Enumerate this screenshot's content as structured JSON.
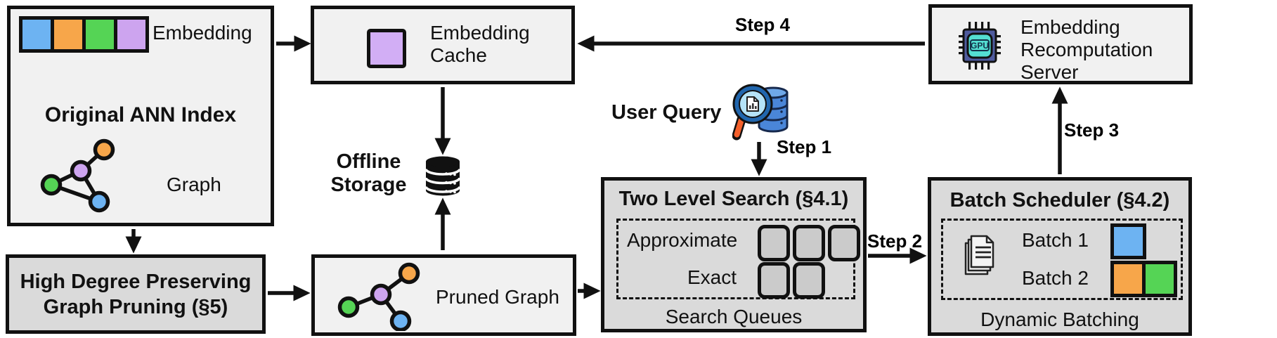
{
  "figure": {
    "original_index": {
      "embedding_label": "Embedding",
      "title": "Original ANN Index",
      "graph_label": "Graph"
    },
    "embedding_cache": {
      "label": "Embedding Cache"
    },
    "recomputation_server": {
      "label": "Embedding Recomputation Server",
      "chip_label": "GPU"
    },
    "offline_storage": {
      "label": "Offline Storage"
    },
    "user_query": {
      "label": "User Query"
    },
    "steps": {
      "s1": "Step 1",
      "s2": "Step 2",
      "s3": "Step 3",
      "s4": "Step 4"
    },
    "two_level_search": {
      "title": "Two Level Search (§4.1)",
      "row_labels": [
        "Approximate",
        "Exact"
      ],
      "footer": "Search Queues"
    },
    "batch_scheduler": {
      "title": "Batch Scheduler (§4.2)",
      "batch_labels": [
        "Batch 1",
        "Batch 2"
      ],
      "footer": "Dynamic Batching"
    },
    "graph_pruning": {
      "title": "High Degree Preserving Graph Pruning (§5)"
    },
    "pruned_graph": {
      "label": "Pruned Graph"
    },
    "colors": {
      "blue": "#6db3f2",
      "orange": "#f7a64a",
      "green": "#55d455",
      "purple": "#cda4ef",
      "cache_purple": "#d2aef5",
      "box_light": "#f1f1f1",
      "box_dark": "#dadada",
      "outline": "#111111",
      "gpu_body": "#4f5b9e",
      "gpu_die": "#54ded2",
      "magnifier_rim": "#2166ad",
      "magnifier_lens": "#b5e3f7",
      "magnifier_handle": "#f4602b",
      "db_blue": "#4a86d8"
    }
  }
}
